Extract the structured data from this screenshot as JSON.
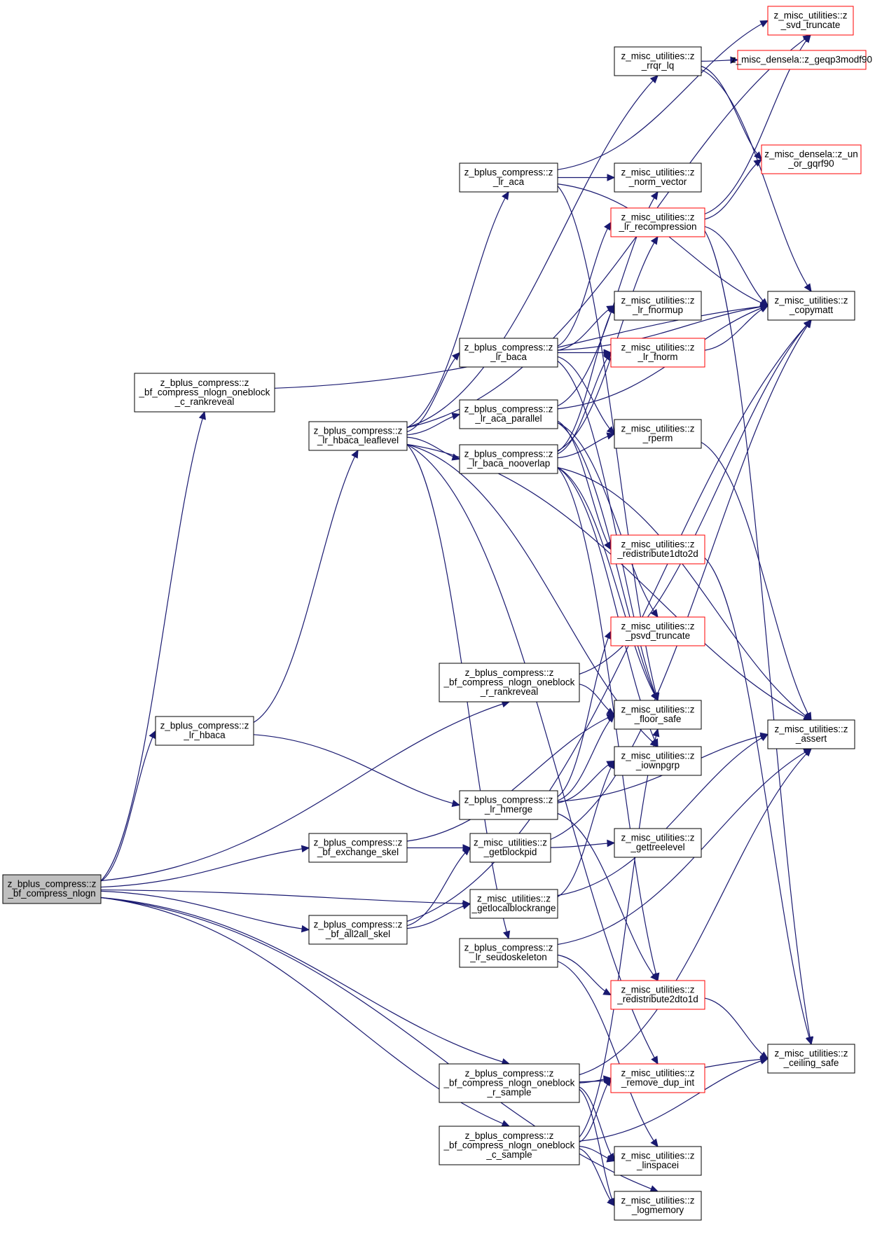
{
  "diagram": {
    "nodes": {
      "root": {
        "lines": [
          "z_bplus_compress::z",
          "_bf_compress_nlogn"
        ],
        "kind": "root"
      },
      "c_rankreveal": {
        "lines": [
          "z_bplus_compress::z",
          "_bf_compress_nlogn_oneblock",
          "_c_rankreveal"
        ],
        "kind": "normal"
      },
      "lr_hbaca": {
        "lines": [
          "z_bplus_compress::z",
          "_lr_hbaca"
        ],
        "kind": "normal"
      },
      "hbaca_leaflevel": {
        "lines": [
          "z_bplus_compress::z",
          "_lr_hbaca_leaflevel"
        ],
        "kind": "normal"
      },
      "r_rankreveal": {
        "lines": [
          "z_bplus_compress::z",
          "_bf_compress_nlogn_oneblock",
          "_r_rankreveal"
        ],
        "kind": "normal"
      },
      "exchange_skel": {
        "lines": [
          "z_bplus_compress::z",
          "_bf_exchange_skel"
        ],
        "kind": "normal"
      },
      "all2all_skel": {
        "lines": [
          "z_bplus_compress::z",
          "_bf_all2all_skel"
        ],
        "kind": "normal"
      },
      "r_sample": {
        "lines": [
          "z_bplus_compress::z",
          "_bf_compress_nlogn_oneblock",
          "_r_sample"
        ],
        "kind": "normal"
      },
      "c_sample": {
        "lines": [
          "z_bplus_compress::z",
          "_bf_compress_nlogn_oneblock",
          "_c_sample"
        ],
        "kind": "normal"
      },
      "lr_aca": {
        "lines": [
          "z_bplus_compress::z",
          "_lr_aca"
        ],
        "kind": "normal"
      },
      "lr_baca": {
        "lines": [
          "z_bplus_compress::z",
          "_lr_baca"
        ],
        "kind": "normal"
      },
      "aca_parallel": {
        "lines": [
          "z_bplus_compress::z",
          "_lr_aca_parallel"
        ],
        "kind": "normal"
      },
      "baca_nooverlap": {
        "lines": [
          "z_bplus_compress::z",
          "_lr_baca_nooverlap"
        ],
        "kind": "normal"
      },
      "lr_hmerge": {
        "lines": [
          "z_bplus_compress::z",
          "_lr_hmerge"
        ],
        "kind": "normal"
      },
      "getblockpid": {
        "lines": [
          "z_misc_utilities::z",
          "_getblockpid"
        ],
        "kind": "normal"
      },
      "getlocalblockrange": {
        "lines": [
          "z_misc_utilities::z",
          "_getlocalblockrange"
        ],
        "kind": "normal"
      },
      "seudoskeleton": {
        "lines": [
          "z_bplus_compress::z",
          "_lr_seudoskeleton"
        ],
        "kind": "normal"
      },
      "rrqr_lq": {
        "lines": [
          "z_misc_utilities::z",
          "_rrqr_lq"
        ],
        "kind": "normal"
      },
      "norm_vector": {
        "lines": [
          "z_misc_utilities::z",
          "_norm_vector"
        ],
        "kind": "normal"
      },
      "lr_recompression": {
        "lines": [
          "z_misc_utilities::z",
          "_lr_recompression"
        ],
        "kind": "red"
      },
      "lr_fnormup": {
        "lines": [
          "z_misc_utilities::z",
          "_lr_fnormup"
        ],
        "kind": "normal"
      },
      "lr_fnorm": {
        "lines": [
          "z_misc_utilities::z",
          "_lr_fnorm"
        ],
        "kind": "red"
      },
      "rperm": {
        "lines": [
          "z_misc_utilities::z",
          "_rperm"
        ],
        "kind": "normal"
      },
      "redistribute1dto2d": {
        "lines": [
          "z_misc_utilities::z",
          "_redistribute1dto2d"
        ],
        "kind": "red"
      },
      "psvd_truncate": {
        "lines": [
          "z_misc_utilities::z",
          "_psvd_truncate"
        ],
        "kind": "red"
      },
      "floor_safe": {
        "lines": [
          "z_misc_utilities::z",
          "_floor_safe"
        ],
        "kind": "normal"
      },
      "iownpgrp": {
        "lines": [
          "z_misc_utilities::z",
          "_iownpgrp"
        ],
        "kind": "normal"
      },
      "gettreelevel": {
        "lines": [
          "z_misc_utilities::z",
          "_gettreelevel"
        ],
        "kind": "normal"
      },
      "redistribute2dto1d": {
        "lines": [
          "z_misc_utilities::z",
          "_redistribute2dto1d"
        ],
        "kind": "red"
      },
      "remove_dup_int": {
        "lines": [
          "z_misc_utilities::z",
          "_remove_dup_int"
        ],
        "kind": "red"
      },
      "linspacei": {
        "lines": [
          "z_misc_utilities::z",
          "_linspacei"
        ],
        "kind": "normal"
      },
      "logmemory": {
        "lines": [
          "z_misc_utilities::z",
          "_logmemory"
        ],
        "kind": "normal"
      },
      "svd_truncate": {
        "lines": [
          "z_misc_utilities::z",
          "_svd_truncate"
        ],
        "kind": "red"
      },
      "geqp3modf90": {
        "lines": [
          "z_misc_densela::z_geqp3modf90"
        ],
        "kind": "red"
      },
      "un_or_gqrf90": {
        "lines": [
          "z_misc_densela::z_un",
          "_or_gqrf90"
        ],
        "kind": "red"
      },
      "copymatt": {
        "lines": [
          "z_misc_utilities::z",
          "_copymatt"
        ],
        "kind": "normal"
      },
      "assert": {
        "lines": [
          "z_misc_utilities::z",
          "_assert"
        ],
        "kind": "normal"
      },
      "ceiling_safe": {
        "lines": [
          "z_misc_utilities::z",
          "_ceiling_safe"
        ],
        "kind": "normal"
      }
    },
    "edges": [
      [
        "root",
        "c_rankreveal"
      ],
      [
        "root",
        "lr_hbaca"
      ],
      [
        "root",
        "r_rankreveal"
      ],
      [
        "root",
        "exchange_skel"
      ],
      [
        "root",
        "getlocalblockrange"
      ],
      [
        "root",
        "all2all_skel"
      ],
      [
        "root",
        "r_sample"
      ],
      [
        "root",
        "c_sample"
      ],
      [
        "root",
        "logmemory"
      ],
      [
        "c_rankreveal",
        "copymatt"
      ],
      [
        "lr_hbaca",
        "hbaca_leaflevel"
      ],
      [
        "lr_hbaca",
        "lr_hmerge"
      ],
      [
        "hbaca_leaflevel",
        "svd_truncate"
      ],
      [
        "hbaca_leaflevel",
        "rrqr_lq"
      ],
      [
        "hbaca_leaflevel",
        "lr_aca"
      ],
      [
        "hbaca_leaflevel",
        "lr_baca"
      ],
      [
        "hbaca_leaflevel",
        "aca_parallel"
      ],
      [
        "hbaca_leaflevel",
        "baca_nooverlap"
      ],
      [
        "hbaca_leaflevel",
        "assert"
      ],
      [
        "hbaca_leaflevel",
        "iownpgrp"
      ],
      [
        "hbaca_leaflevel",
        "seudoskeleton"
      ],
      [
        "hbaca_leaflevel",
        "remove_dup_int"
      ],
      [
        "r_rankreveal",
        "floor_safe"
      ],
      [
        "r_rankreveal",
        "copymatt"
      ],
      [
        "exchange_skel",
        "getblockpid"
      ],
      [
        "exchange_skel",
        "floor_safe"
      ],
      [
        "all2all_skel",
        "getblockpid"
      ],
      [
        "all2all_skel",
        "getlocalblockrange"
      ],
      [
        "all2all_skel",
        "copymatt"
      ],
      [
        "r_sample",
        "remove_dup_int"
      ],
      [
        "r_sample",
        "linspacei"
      ],
      [
        "r_sample",
        "logmemory"
      ],
      [
        "r_sample",
        "ceiling_safe"
      ],
      [
        "r_sample",
        "assert"
      ],
      [
        "c_sample",
        "remove_dup_int"
      ],
      [
        "c_sample",
        "linspacei"
      ],
      [
        "c_sample",
        "logmemory"
      ],
      [
        "c_sample",
        "ceiling_safe"
      ],
      [
        "c_sample",
        "floor_safe"
      ],
      [
        "lr_aca",
        "svd_truncate"
      ],
      [
        "lr_aca",
        "norm_vector"
      ],
      [
        "lr_aca",
        "copymatt"
      ],
      [
        "lr_aca",
        "floor_safe"
      ],
      [
        "lr_baca",
        "lr_recompression"
      ],
      [
        "lr_baca",
        "lr_fnormup"
      ],
      [
        "lr_baca",
        "lr_fnorm"
      ],
      [
        "lr_baca",
        "copymatt"
      ],
      [
        "lr_baca",
        "rperm"
      ],
      [
        "lr_baca",
        "floor_safe"
      ],
      [
        "aca_parallel",
        "norm_vector"
      ],
      [
        "aca_parallel",
        "copymatt"
      ],
      [
        "aca_parallel",
        "redistribute1dto2d"
      ],
      [
        "aca_parallel",
        "psvd_truncate"
      ],
      [
        "aca_parallel",
        "floor_safe"
      ],
      [
        "baca_nooverlap",
        "lr_recompression"
      ],
      [
        "baca_nooverlap",
        "lr_fnormup"
      ],
      [
        "baca_nooverlap",
        "lr_fnorm"
      ],
      [
        "baca_nooverlap",
        "rperm"
      ],
      [
        "baca_nooverlap",
        "assert"
      ],
      [
        "baca_nooverlap",
        "floor_safe"
      ],
      [
        "baca_nooverlap",
        "redistribute2dto1d"
      ],
      [
        "baca_nooverlap",
        "iownpgrp"
      ],
      [
        "lr_hmerge",
        "psvd_truncate"
      ],
      [
        "lr_hmerge",
        "iownpgrp"
      ],
      [
        "lr_hmerge",
        "assert"
      ],
      [
        "lr_hmerge",
        "redistribute2dto1d"
      ],
      [
        "lr_hmerge",
        "floor_safe"
      ],
      [
        "getblockpid",
        "gettreelevel"
      ],
      [
        "getblockpid",
        "copymatt"
      ],
      [
        "getlocalblockrange",
        "iownpgrp"
      ],
      [
        "getlocalblockrange",
        "assert"
      ],
      [
        "seudoskeleton",
        "redistribute2dto1d"
      ],
      [
        "seudoskeleton",
        "linspacei"
      ],
      [
        "seudoskeleton",
        "assert"
      ],
      [
        "rrqr_lq",
        "geqp3modf90"
      ],
      [
        "rrqr_lq",
        "un_or_gqrf90"
      ],
      [
        "rrqr_lq",
        "copymatt"
      ],
      [
        "lr_recompression",
        "svd_truncate"
      ],
      [
        "lr_recompression",
        "un_or_gqrf90"
      ],
      [
        "lr_recompression",
        "copymatt"
      ],
      [
        "lr_recompression",
        "ceiling_safe"
      ],
      [
        "lr_fnorm",
        "copymatt"
      ],
      [
        "rperm",
        "assert"
      ],
      [
        "redistribute1dto2d",
        "ceiling_safe"
      ],
      [
        "redistribute2dto1d",
        "ceiling_safe"
      ]
    ]
  }
}
